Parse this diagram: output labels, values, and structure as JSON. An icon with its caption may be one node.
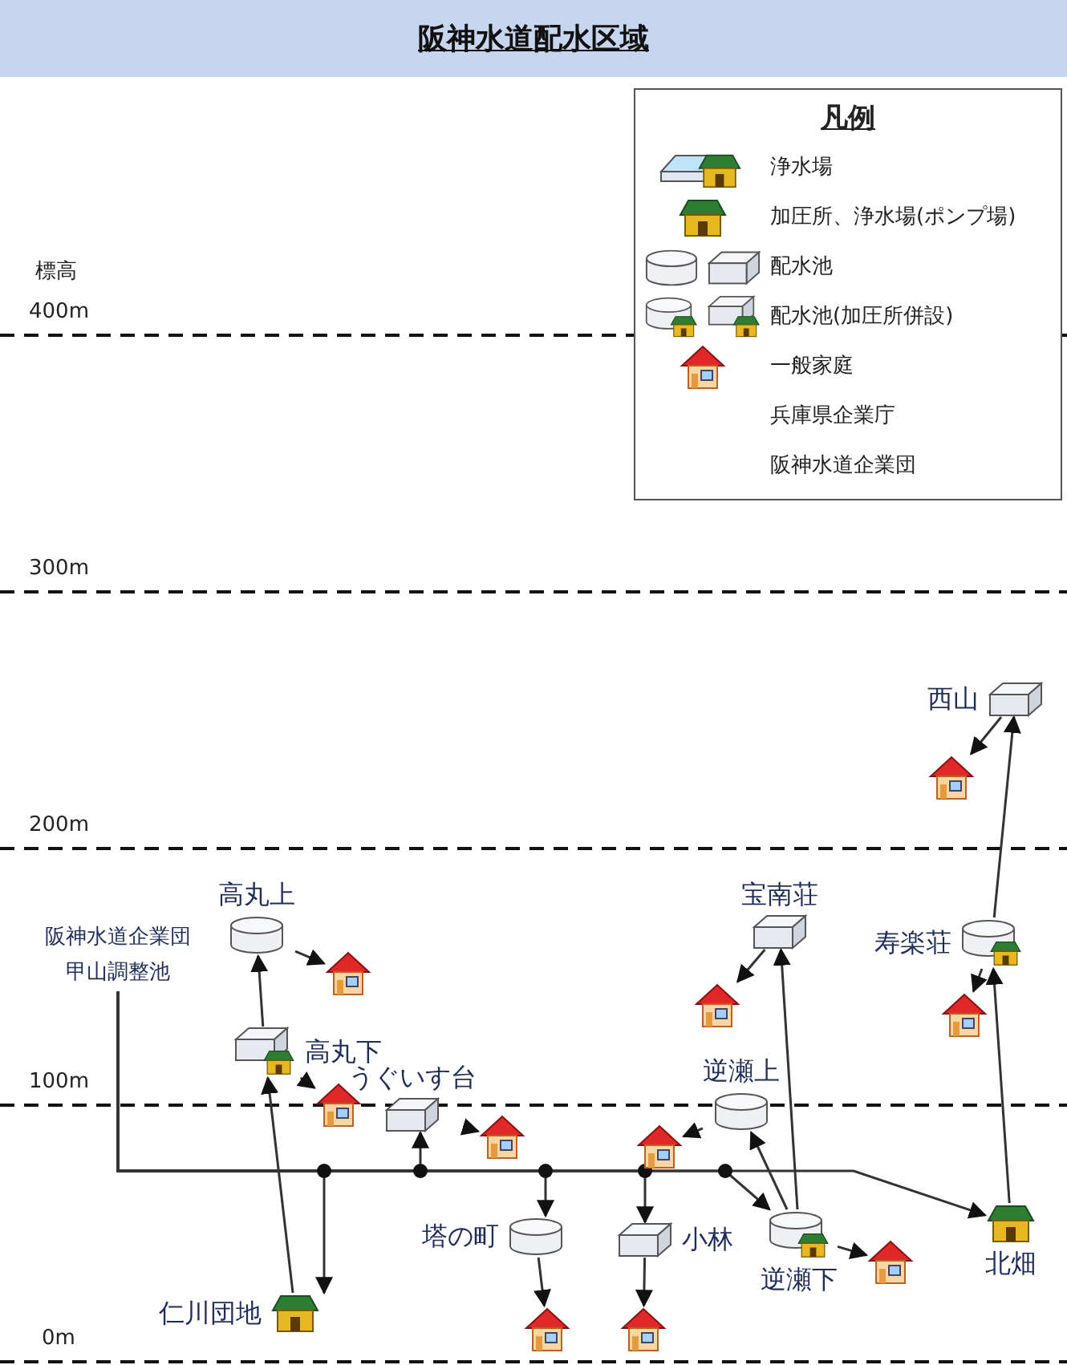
{
  "diagram": {
    "title": "阪神水道配水区域",
    "nodes": [
      {
        "text": [
          "阪神水道企業団",
          "甲山調整池"
        ]
      },
      {
        "text": [
          "仁川団地"
        ]
      },
      {
        "text": [
          "高丸下"
        ]
      },
      {
        "text": [
          "高丸上"
        ]
      },
      {
        "text": [],
        "shape": "house"
      },
      {
        "text": [],
        "shape": "house"
      },
      {
        "text": [
          "うぐいす台"
        ]
      },
      {
        "text": [],
        "shape": "house"
      },
      {
        "text": [
          "塔の町"
        ]
      },
      {
        "text": [],
        "shape": "house"
      },
      {
        "text": [
          "小林"
        ]
      },
      {
        "text": [],
        "shape": "house"
      },
      {
        "text": [
          "逆瀬上"
        ]
      },
      {
        "text": [],
        "shape": "house"
      },
      {
        "text": [
          "宝南荘"
        ]
      },
      {
        "text": [],
        "shape": "house"
      },
      {
        "text": [
          "逆瀬下"
        ]
      },
      {
        "text": [],
        "shape": "house"
      },
      {
        "text": [
          "北畑"
        ]
      },
      {
        "text": [
          "寿楽荘"
        ]
      },
      {
        "text": [],
        "shape": "house"
      },
      {
        "text": [
          "西山"
        ]
      },
      {
        "text": [],
        "shape": "house"
      }
    ],
    "edges": [
      {
        "from": 0,
        "to": 1,
        "arrow": "to"
      },
      {
        "from": 0,
        "to": 6,
        "arrow": "to"
      },
      {
        "from": 0,
        "to": 8,
        "arrow": "to"
      },
      {
        "from": 0,
        "to": 10,
        "arrow": "to"
      },
      {
        "from": 0,
        "to": 16,
        "arrow": "to"
      },
      {
        "from": 0,
        "to": 18,
        "arrow": "to"
      },
      {
        "from": 1,
        "to": 2,
        "arrow": "to"
      },
      {
        "from": 2,
        "to": 3,
        "arrow": "to"
      },
      {
        "from": 3,
        "to": 4,
        "arrow": "to"
      },
      {
        "from": 2,
        "to": 5,
        "arrow": "to"
      },
      {
        "from": 6,
        "to": 7,
        "arrow": "to"
      },
      {
        "from": 8,
        "to": 9,
        "arrow": "to"
      },
      {
        "from": 10,
        "to": 11,
        "arrow": "to"
      },
      {
        "from": 16,
        "to": 12,
        "arrow": "to"
      },
      {
        "from": 12,
        "to": 13,
        "arrow": "to"
      },
      {
        "from": 16,
        "to": 14,
        "arrow": "to"
      },
      {
        "from": 14,
        "to": 15,
        "arrow": "to"
      },
      {
        "from": 16,
        "to": 17,
        "arrow": "to"
      },
      {
        "from": 18,
        "to": 19,
        "arrow": "to"
      },
      {
        "from": 19,
        "to": 20,
        "arrow": "to"
      },
      {
        "from": 19,
        "to": 21,
        "arrow": "to"
      },
      {
        "from": 21,
        "to": 22,
        "arrow": "to"
      }
    ],
    "labels": [
      "凡例",
      "標高",
      "400m",
      "300m",
      "200m",
      "100m",
      "0m"
    ],
    "legend": [
      {
        "text": "浄水場"
      },
      {
        "text": "加圧所、浄水場(ポンプ場)"
      },
      {
        "text": "配水池"
      },
      {
        "text": "配水池(加圧所併設)"
      },
      {
        "text": "一般家庭"
      },
      {
        "text": "兵庫県企業庁"
      },
      {
        "text": "阪神水道企業団"
      }
    ]
  }
}
